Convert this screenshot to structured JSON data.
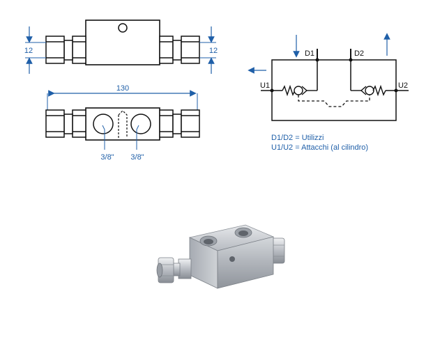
{
  "top_view": {
    "dimension_left": "12",
    "dimension_right": "12"
  },
  "side_view": {
    "length": "130",
    "port_left": "3/8\"",
    "port_right": "3/8\""
  },
  "schematic": {
    "port_d1": "D1",
    "port_d2": "D2",
    "port_u1": "U1",
    "port_u2": "U2",
    "legend_line1": "D1/D2 = Utilizzi",
    "legend_line2": "U1/U2 = Attacchi (al cilindro)"
  },
  "colors": {
    "line": "#111111",
    "accent": "#1f5fa8",
    "body_metal": "#c9ccd0"
  }
}
